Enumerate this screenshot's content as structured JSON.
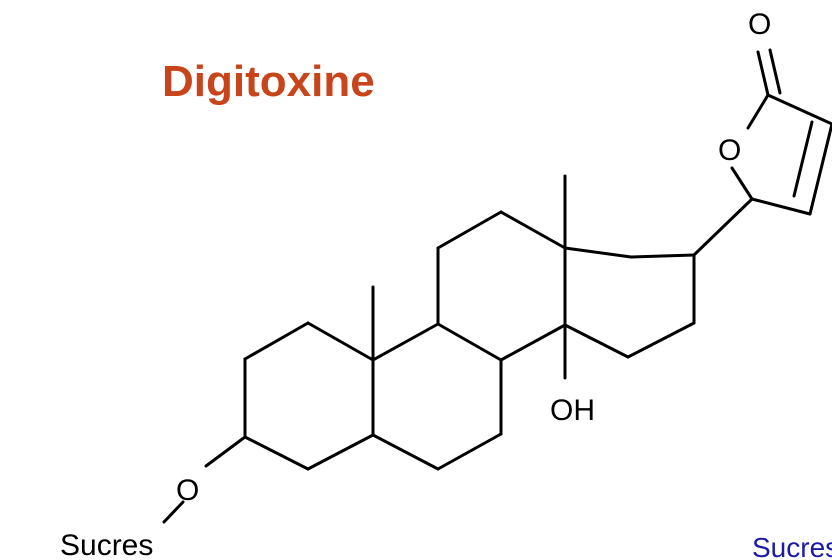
{
  "title": "Digitoxine",
  "colors": {
    "title": "#c8441b",
    "bond": "#000000",
    "note": "#1a1aa6"
  },
  "atoms": {
    "carbonyl_o": "O",
    "ring_o": "O",
    "hydroxyl": "OH",
    "ether_o": "O",
    "substituent": "Sucres"
  },
  "corner_note": "Sucres"
}
